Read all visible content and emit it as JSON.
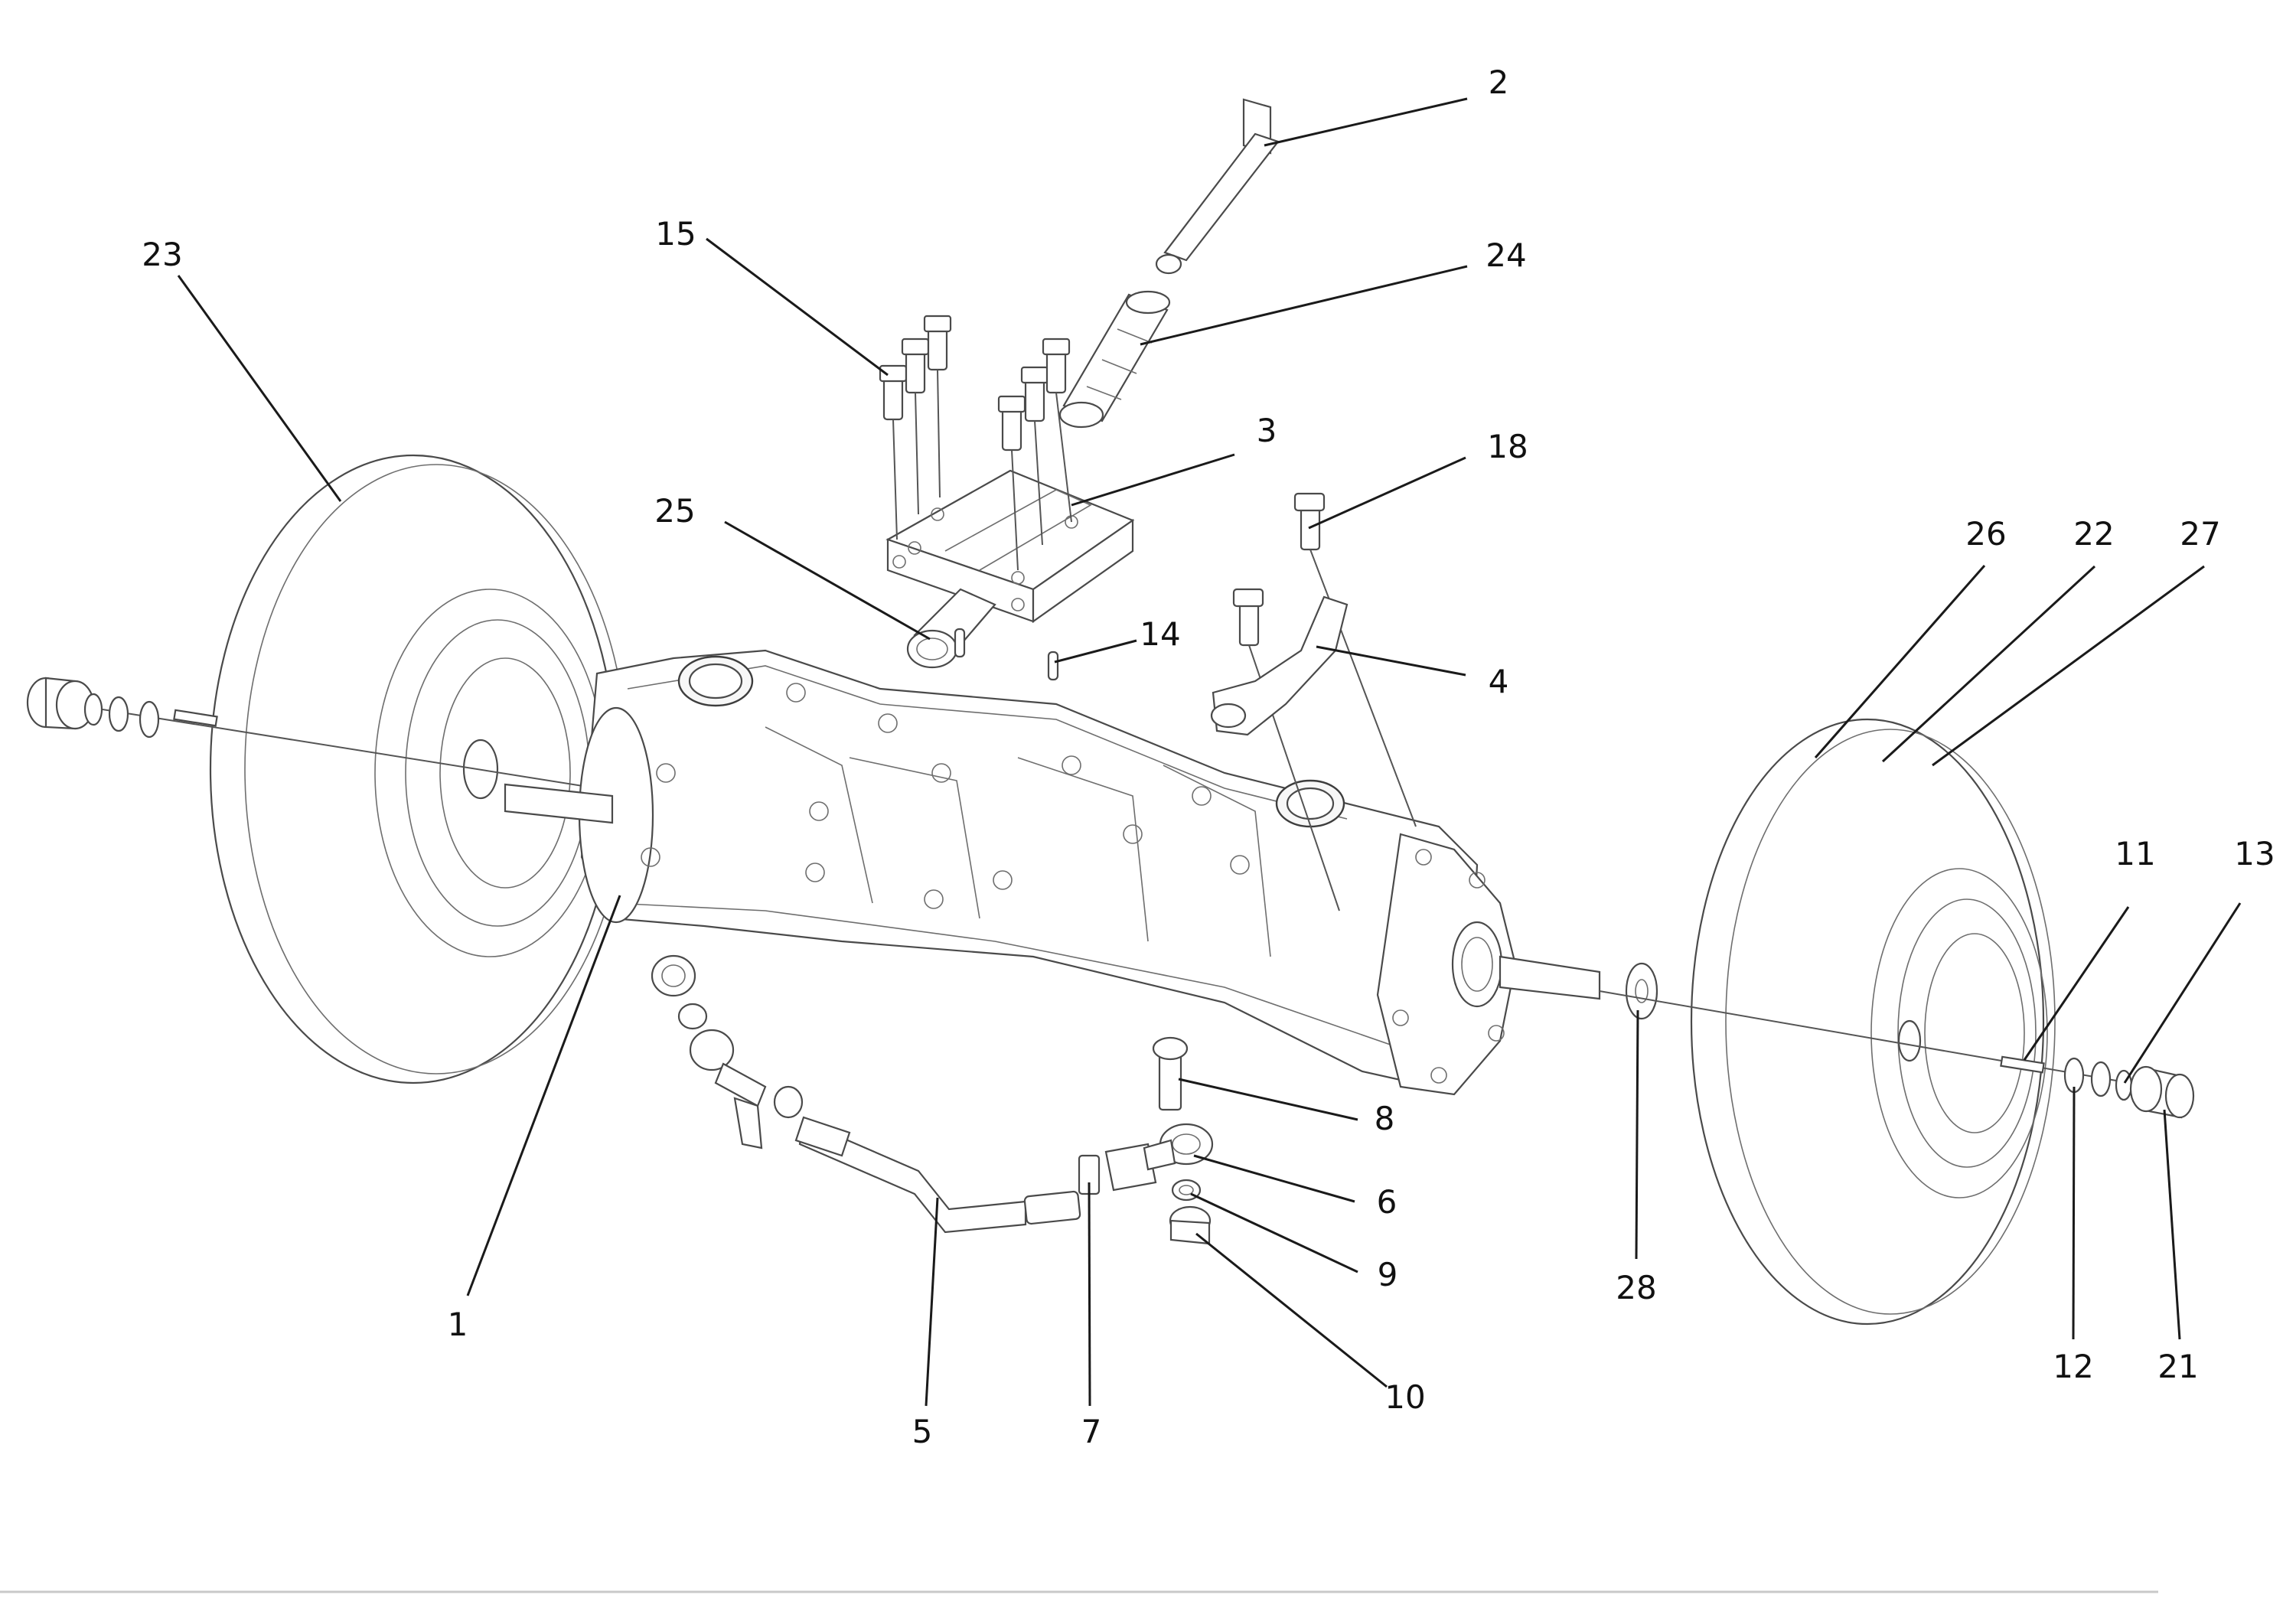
{
  "callouts": [
    {
      "id": "1",
      "label": "1"
    },
    {
      "id": "2",
      "label": "2"
    },
    {
      "id": "3",
      "label": "3"
    },
    {
      "id": "4",
      "label": "4"
    },
    {
      "id": "5",
      "label": "5"
    },
    {
      "id": "6",
      "label": "6"
    },
    {
      "id": "7",
      "label": "7"
    },
    {
      "id": "8",
      "label": "8"
    },
    {
      "id": "9",
      "label": "9"
    },
    {
      "id": "10",
      "label": "10"
    },
    {
      "id": "11",
      "label": "11"
    },
    {
      "id": "12",
      "label": "12"
    },
    {
      "id": "13",
      "label": "13"
    },
    {
      "id": "14",
      "label": "14"
    },
    {
      "id": "15",
      "label": "15"
    },
    {
      "id": "18",
      "label": "18"
    },
    {
      "id": "21",
      "label": "21"
    },
    {
      "id": "22",
      "label": "22"
    },
    {
      "id": "23",
      "label": "23"
    },
    {
      "id": "24",
      "label": "24"
    },
    {
      "id": "25",
      "label": "25"
    },
    {
      "id": "26",
      "label": "26"
    },
    {
      "id": "27",
      "label": "27"
    },
    {
      "id": "28",
      "label": "28"
    }
  ]
}
